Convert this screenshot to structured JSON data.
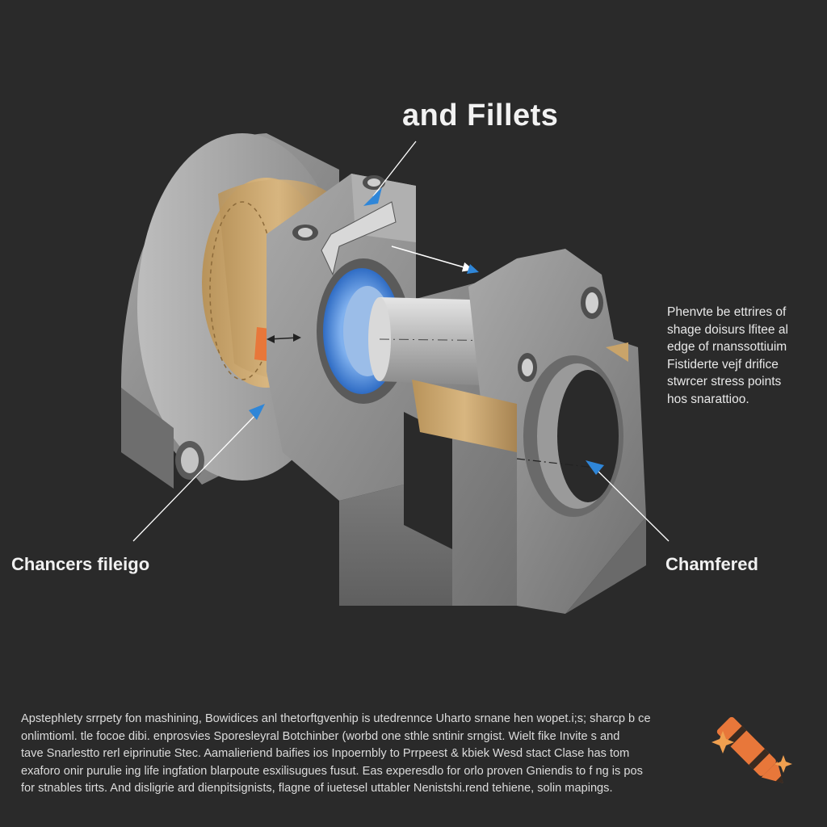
{
  "title": "and Fillets",
  "labels": {
    "left": "Chancers fileigo",
    "right": "Chamfered"
  },
  "side_note": [
    "Phenvte be ettrires of",
    "shage doisurs lfitee al",
    "edge of rnanssottiuim",
    "Fistiderte vejf drifice",
    "stwrcer stress points",
    "hos snarattioo."
  ],
  "paragraph": [
    "Apstephlety srrpety fon mashining, Bowidices anl thetorftgvenhip is utedrennce Uharto srnane hen wopet.i;s; sharcp b   ce",
    "onlimtioml. tle focoe dibi. enprosvies Sporesleyral Botchinber (worbd one sthle sntinir srngist. Wielt fike Invite s      and",
    "tave Snarlestto rerl eiprinutie Stec. Aamalieriend baifies ios Inpoernbly to Prrpeest & kbiek Wesd stact Clase has      tom",
    "exaforo onir purulie ing life ingfation blarpoute esxilisugues fusut. Eas experesdlo for orlo proven Gniendis to f       ng is pos",
    "for stnables tirts. And disligrie ard dienpitsignists, flagne of  iuetesel uttabler Nenistshi.rend tehiene, solin     mapings."
  ],
  "colors": {
    "background": "#2a2a2a",
    "metal": "#8e8e8e",
    "brass": "#c9a46a",
    "blue_ring": "#3f7fd6",
    "orange_highlight": "#e8773a",
    "arrow_blue": "#2f86d8"
  },
  "icons": {
    "logo": "crayon-icon"
  }
}
